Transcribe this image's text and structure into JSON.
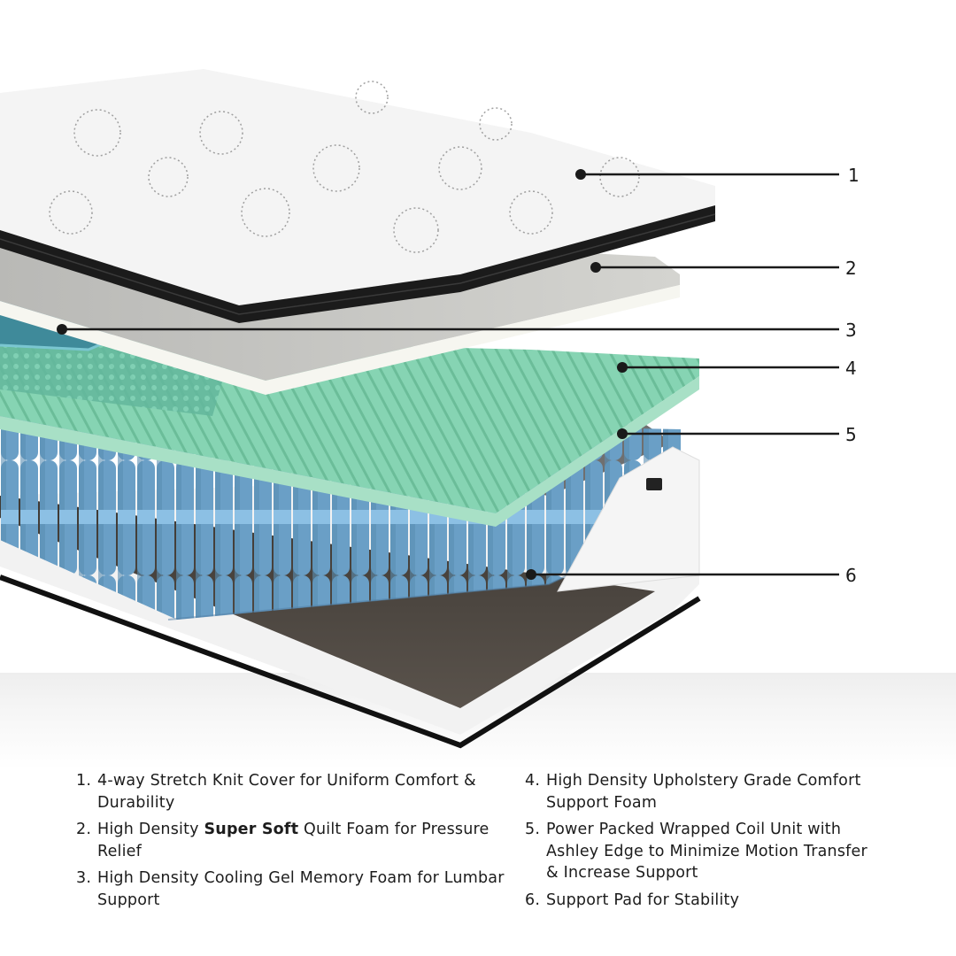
{
  "diagram": {
    "subject": "Hybrid mattress exploded layer view",
    "callouts": [
      {
        "number": "1",
        "layer": "knit-cover"
      },
      {
        "number": "2",
        "layer": "quilt-foam"
      },
      {
        "number": "3",
        "layer": "gel-memory-foam"
      },
      {
        "number": "4",
        "layer": "support-foam"
      },
      {
        "number": "5",
        "layer": "coil-unit"
      },
      {
        "number": "6",
        "layer": "support-pad"
      }
    ],
    "colors": {
      "cover_top": "#f4f4f4",
      "cover_border": "#1b1b1b",
      "quilt_foam": "#c9c9c7",
      "quilt_foam_edge": "#f3f3ee",
      "gel_foam": "#3f8a9a",
      "support_foam": "#7fcfae",
      "coils": "#6a9fc6",
      "coil_band": "#8cc0e4",
      "support_pad": "#4b4540",
      "base_border": "#111111",
      "leader_line": "#1a1a1a",
      "text": "#1c1c1c"
    }
  },
  "legend": {
    "left": [
      {
        "num": "1.",
        "pre": "4-way Stretch Knit Cover for Uniform Comfort & Durability",
        "bold": "",
        "post": ""
      },
      {
        "num": "2.",
        "pre": "High Density ",
        "bold": "Super Soft",
        "post": " Quilt Foam for Pressure Relief"
      },
      {
        "num": "3.",
        "pre": "High Density Cooling Gel Memory Foam for Lumbar Support",
        "bold": "",
        "post": ""
      }
    ],
    "right": [
      {
        "num": "4.",
        "pre": "High Density Upholstery Grade Comfort Support Foam",
        "bold": "",
        "post": ""
      },
      {
        "num": "5.",
        "pre": "Power Packed Wrapped Coil Unit with Ashley Edge to Minimize Motion Transfer & Increase Support",
        "bold": "",
        "post": ""
      },
      {
        "num": "6.",
        "pre": "Support Pad for Stability",
        "bold": "",
        "post": ""
      }
    ]
  }
}
